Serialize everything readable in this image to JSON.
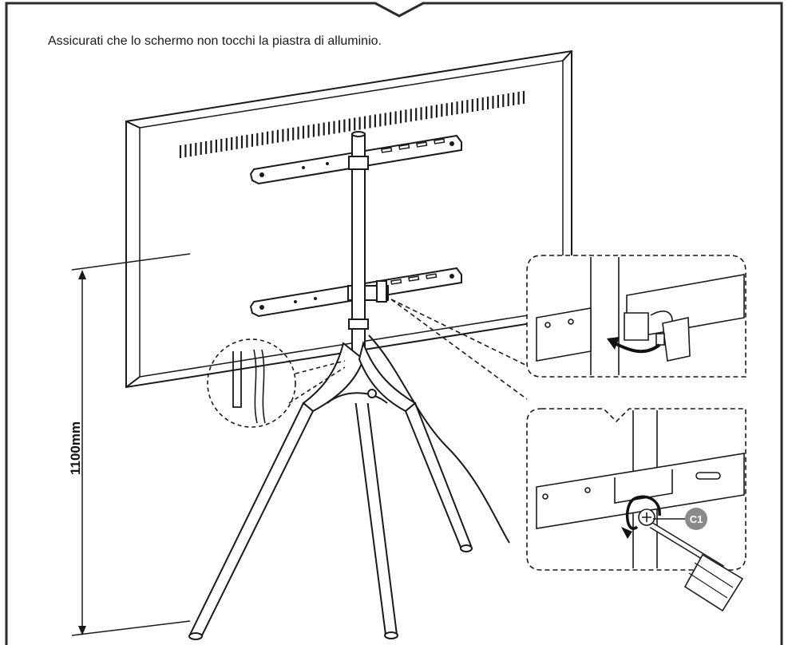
{
  "instruction": {
    "text": "Assicurati che lo schermo non tocchi la piastra di alluminio."
  },
  "dimension": {
    "label": "1100mm"
  },
  "part_callout": {
    "label": "C1"
  },
  "colors": {
    "line": "#1a1a1a",
    "frame": "#2b2b2b",
    "background": "#ffffff",
    "label_badge": "#8a8a8a",
    "arrow": "#111111"
  },
  "icons": [
    "curved-arrow-icon",
    "rotate-arrow-icon",
    "screwdriver-icon"
  ]
}
